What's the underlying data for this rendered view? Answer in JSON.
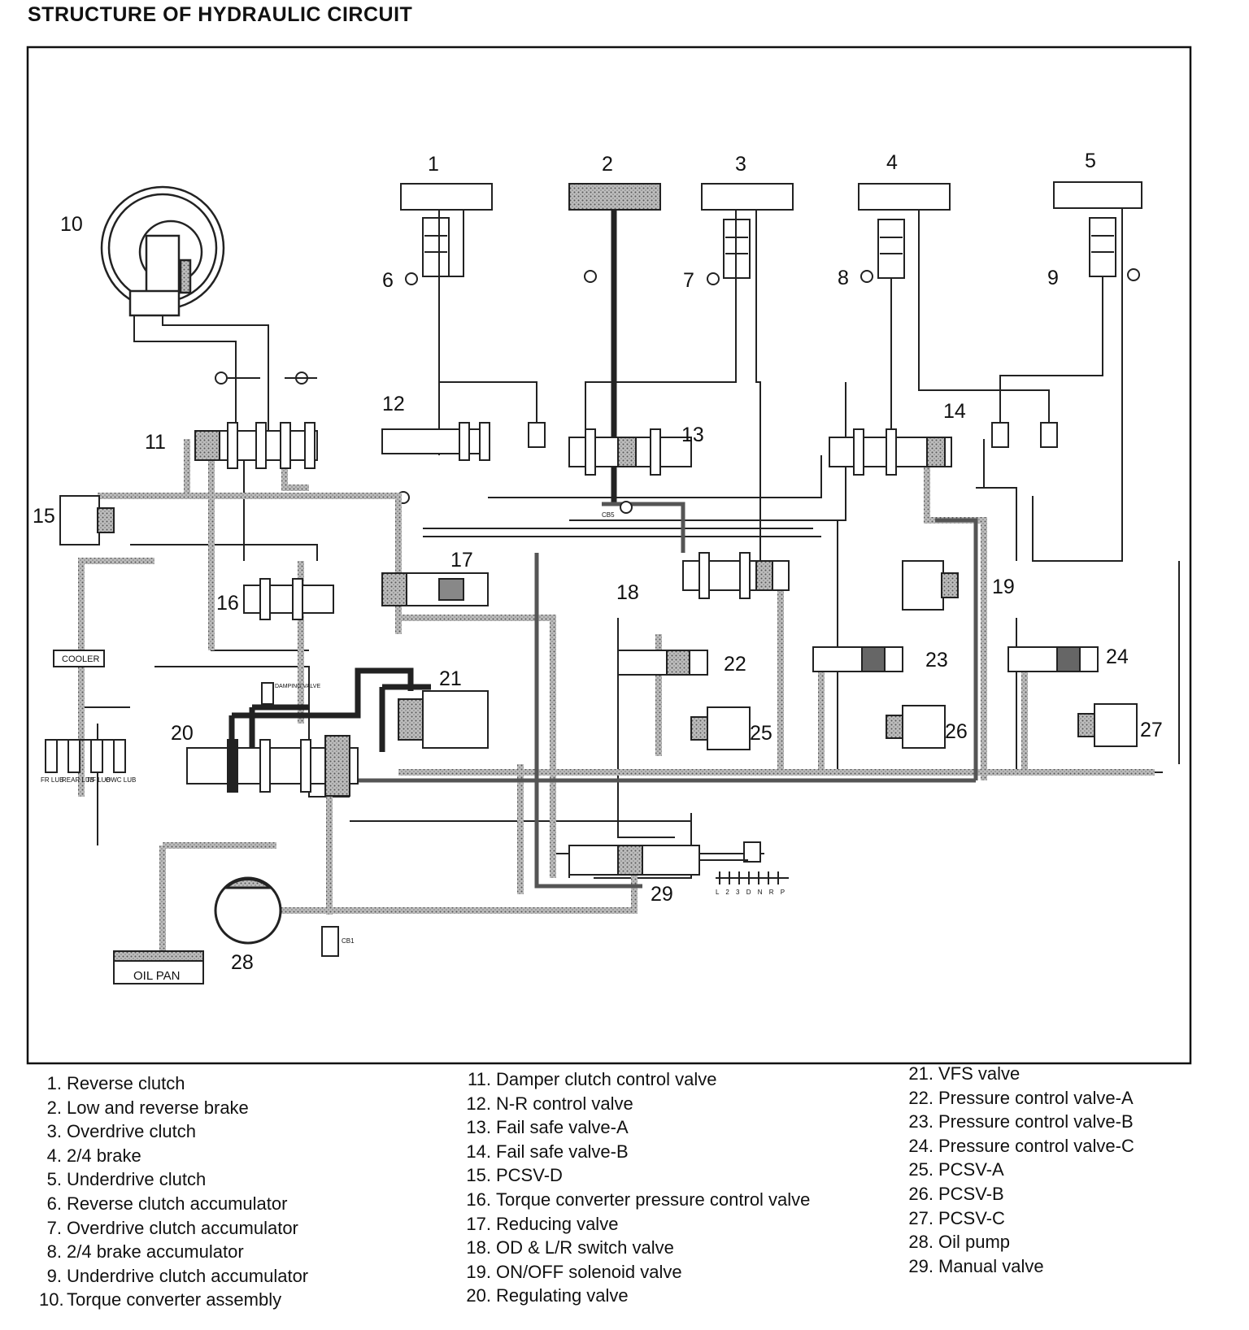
{
  "title": "STRUCTURE OF HYDRAULIC CIRCUIT",
  "callouts": [
    "1",
    "2",
    "3",
    "4",
    "5",
    "6",
    "7",
    "8",
    "9",
    "10",
    "11",
    "12",
    "13",
    "14",
    "15",
    "16",
    "17",
    "18",
    "19",
    "20",
    "21",
    "22",
    "23",
    "24",
    "25",
    "26",
    "27",
    "28",
    "29"
  ],
  "small_labels": {
    "cooler": "COOLER",
    "oil_pan": "OIL PAN",
    "damping_valve": "DAMPING VALVE",
    "cb5": "CB5",
    "cb1": "CB1",
    "fr_lub": "FR LUB",
    "rear_lub": "REAR LUB",
    "tf_lub": "T/F LUB",
    "owc_lub": "OWC LUB",
    "shift_positions": "L 2 3 D N R P"
  },
  "legend": [
    {
      "num": "1.",
      "text": "Reverse clutch"
    },
    {
      "num": "2.",
      "text": "Low and reverse brake"
    },
    {
      "num": "3.",
      "text": "Overdrive clutch"
    },
    {
      "num": "4.",
      "text": "2/4 brake"
    },
    {
      "num": "5.",
      "text": "Underdrive clutch"
    },
    {
      "num": "6.",
      "text": "Reverse clutch accumulator"
    },
    {
      "num": "7.",
      "text": "Overdrive clutch accumulator"
    },
    {
      "num": "8.",
      "text": "2/4 brake accumulator"
    },
    {
      "num": "9.",
      "text": "Underdrive clutch accumulator"
    },
    {
      "num": "10.",
      "text": "Torque converter  assembly"
    },
    {
      "num": "11.",
      "text": "Damper clutch control valve"
    },
    {
      "num": "12.",
      "text": "N-R control valve"
    },
    {
      "num": "13.",
      "text": "Fail safe valve-A"
    },
    {
      "num": "14.",
      "text": "Fail safe valve-B"
    },
    {
      "num": "15.",
      "text": "PCSV-D"
    },
    {
      "num": "16.",
      "text": "Torque converter pressure control valve"
    },
    {
      "num": "17.",
      "text": "Reducing valve"
    },
    {
      "num": "18.",
      "text": "OD & L/R switch valve"
    },
    {
      "num": "19.",
      "text": "ON/OFF solenoid valve"
    },
    {
      "num": "20.",
      "text": "Regulating valve"
    },
    {
      "num": "21.",
      "text": "VFS valve"
    },
    {
      "num": "22.",
      "text": "Pressure control valve-A"
    },
    {
      "num": "23.",
      "text": "Pressure control valve-B"
    },
    {
      "num": "24.",
      "text": "Pressure control valve-C"
    },
    {
      "num": "25.",
      "text": "PCSV-A"
    },
    {
      "num": "26.",
      "text": "PCSV-B"
    },
    {
      "num": "27.",
      "text": "PCSV-C"
    },
    {
      "num": "28.",
      "text": "Oil pump"
    },
    {
      "num": "29.",
      "text": "Manual valve"
    }
  ],
  "colors": {
    "line": "#222222",
    "pressure_fill": "#8c8c8c",
    "frame": "#111111"
  }
}
